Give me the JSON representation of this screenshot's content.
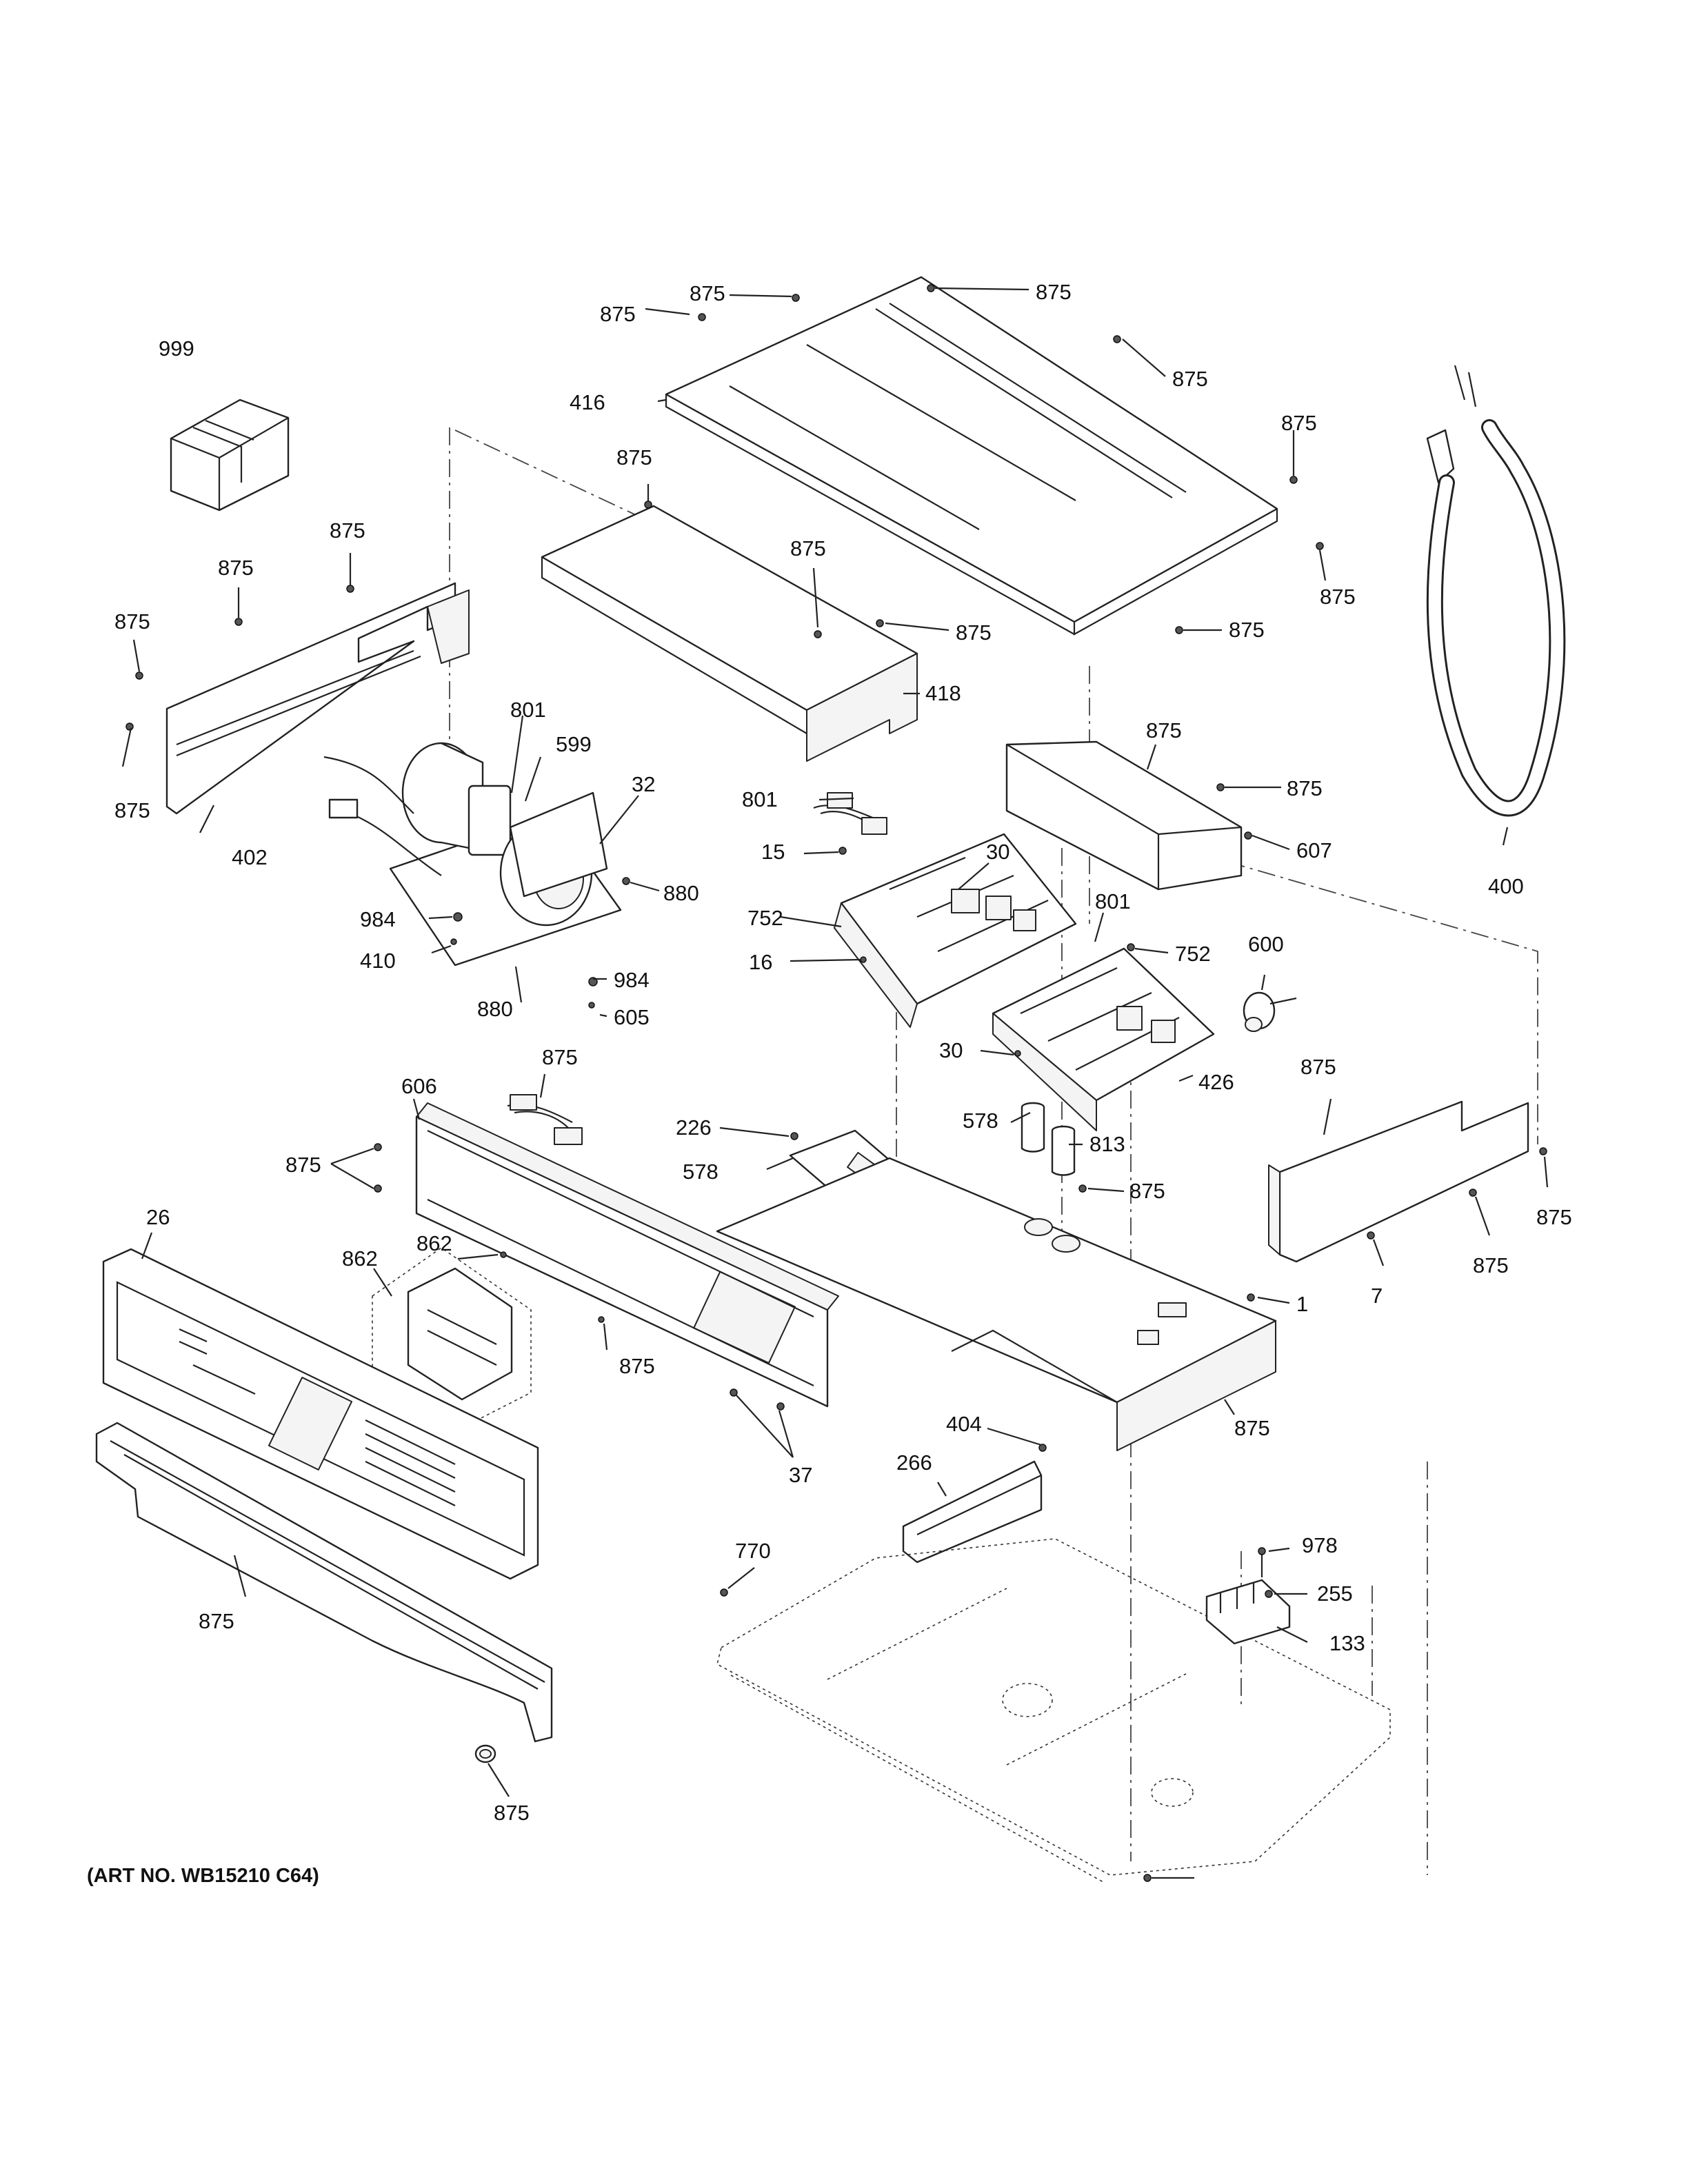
{
  "caption": "(ART NO. WB15210 C64)",
  "callouts": [
    {
      "id": "c1",
      "text": "875"
    },
    {
      "id": "c2",
      "text": "875"
    },
    {
      "id": "c3",
      "text": "875"
    },
    {
      "id": "c4",
      "text": "416"
    },
    {
      "id": "c5",
      "text": "875"
    },
    {
      "id": "c6",
      "text": "875"
    },
    {
      "id": "c7",
      "text": "999"
    },
    {
      "id": "c8",
      "text": "875"
    },
    {
      "id": "c9",
      "text": "875"
    },
    {
      "id": "c10",
      "text": "875"
    },
    {
      "id": "c11",
      "text": "875"
    },
    {
      "id": "c12",
      "text": "875"
    },
    {
      "id": "c13",
      "text": "875"
    },
    {
      "id": "c14",
      "text": "875"
    },
    {
      "id": "c15",
      "text": "418"
    },
    {
      "id": "c16",
      "text": "875"
    },
    {
      "id": "c17",
      "text": "402"
    },
    {
      "id": "c18",
      "text": "801"
    },
    {
      "id": "c19",
      "text": "599"
    },
    {
      "id": "c20",
      "text": "32"
    },
    {
      "id": "c21",
      "text": "875"
    },
    {
      "id": "c22",
      "text": "880"
    },
    {
      "id": "c23",
      "text": "984"
    },
    {
      "id": "c24",
      "text": "410"
    },
    {
      "id": "c25",
      "text": "880"
    },
    {
      "id": "c26",
      "text": "984"
    },
    {
      "id": "c27",
      "text": "605"
    },
    {
      "id": "c28",
      "text": "801"
    },
    {
      "id": "c29",
      "text": "15"
    },
    {
      "id": "c30",
      "text": "30"
    },
    {
      "id": "c31",
      "text": "752"
    },
    {
      "id": "c32",
      "text": "16"
    },
    {
      "id": "c33",
      "text": "801"
    },
    {
      "id": "c34",
      "text": "752"
    },
    {
      "id": "c35",
      "text": "30"
    },
    {
      "id": "c36",
      "text": "426"
    },
    {
      "id": "c37",
      "text": "875"
    },
    {
      "id": "c38",
      "text": "875"
    },
    {
      "id": "c39",
      "text": "607"
    },
    {
      "id": "c40",
      "text": "600"
    },
    {
      "id": "c41",
      "text": "400"
    },
    {
      "id": "c42",
      "text": "875"
    },
    {
      "id": "c43",
      "text": "875"
    },
    {
      "id": "c44",
      "text": "875"
    },
    {
      "id": "c45",
      "text": "7"
    },
    {
      "id": "c46",
      "text": "606"
    },
    {
      "id": "c47",
      "text": "875"
    },
    {
      "id": "c48",
      "text": "875"
    },
    {
      "id": "c49",
      "text": "226"
    },
    {
      "id": "c50",
      "text": "578"
    },
    {
      "id": "c51",
      "text": "578"
    },
    {
      "id": "c52",
      "text": "813"
    },
    {
      "id": "c53",
      "text": "875"
    },
    {
      "id": "c54",
      "text": "1"
    },
    {
      "id": "c55",
      "text": "26"
    },
    {
      "id": "c56",
      "text": "862"
    },
    {
      "id": "c57",
      "text": "862"
    },
    {
      "id": "c58",
      "text": "875"
    },
    {
      "id": "c59",
      "text": "37"
    },
    {
      "id": "c60",
      "text": "875"
    },
    {
      "id": "c61",
      "text": "404"
    },
    {
      "id": "c62",
      "text": "266"
    },
    {
      "id": "c63",
      "text": "875"
    },
    {
      "id": "c64",
      "text": "770"
    },
    {
      "id": "c65",
      "text": "978"
    },
    {
      "id": "c66",
      "text": "255"
    },
    {
      "id": "c67",
      "text": "133"
    },
    {
      "id": "c68",
      "text": "875"
    }
  ]
}
